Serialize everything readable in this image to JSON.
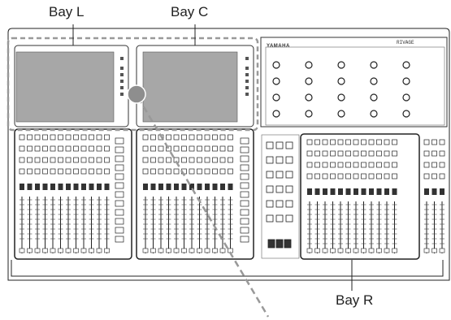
{
  "labels": {
    "bay_l": "Bay L",
    "bay_c": "Bay C",
    "bay_r": "Bay R"
  },
  "console": {
    "brand": "YAMAHA",
    "model": "RIVAGE"
  },
  "colors": {
    "outline": "#222222",
    "dashed": "#999999",
    "screen": "#a7a7a7",
    "fader_strip": "#3a3a3a",
    "chassis": "#ffffff"
  }
}
